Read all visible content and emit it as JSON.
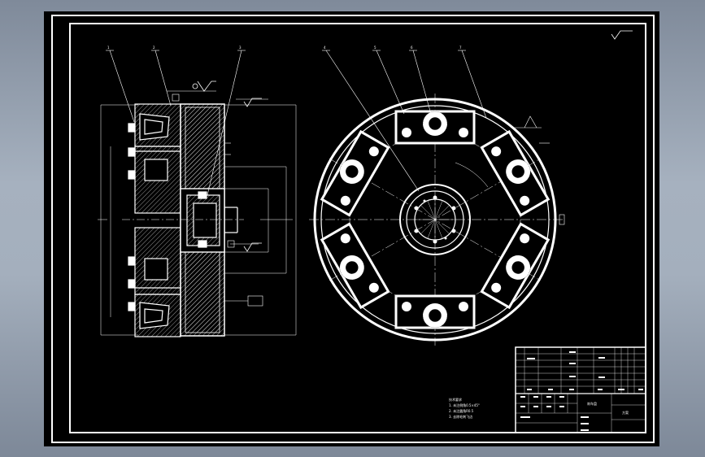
{
  "drawing": {
    "background_color": "#000000",
    "line_color": "#ffffff",
    "frame_color": "#8e9aaa"
  },
  "callouts": [
    "1",
    "2",
    "3",
    "4",
    "5",
    "6",
    "7"
  ],
  "tech_notes": [
    "技术要求",
    "1. 未注倒角0.5×45°",
    "2. 未注圆角R0.5",
    "3. 去除毛刺飞边"
  ],
  "title_block": {
    "title_cell": "刹车盘",
    "company_cell": "方案"
  }
}
